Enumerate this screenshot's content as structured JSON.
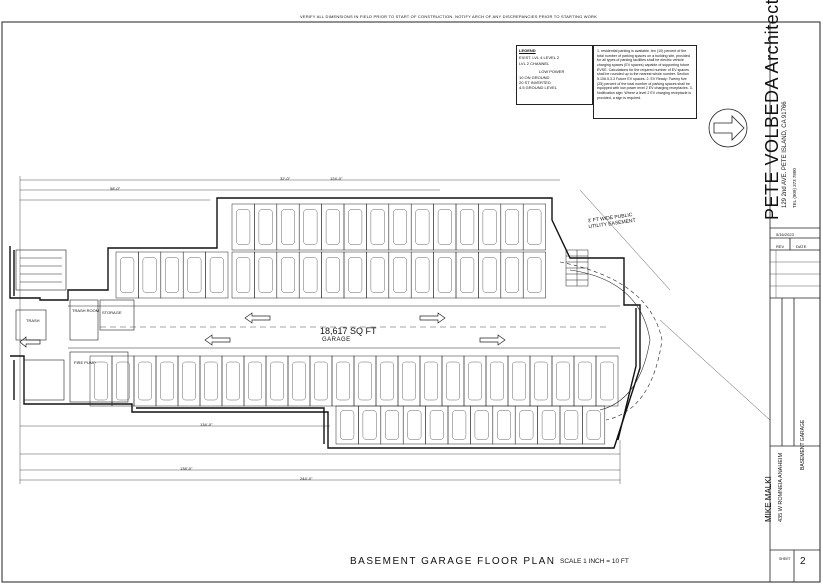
{
  "header_note": "VERIFY ALL DIMENSIONS IN FIELD PRIOR TO START OF CONSTRUCTION. NOTIFY ARCH OF ANY DISCREPANCIES PRIOR TO STARTING WORK",
  "legend": {
    "title": "LEGEND",
    "lines": [
      "EXIST.   LVL 4 LEVEL 2",
      "LVL 2    CHANNEL",
      "LOW POWER",
      "10 ON GROUND",
      "20 ST INVERTED",
      "4.5 GROUND LEVEL"
    ]
  },
  "notes_text": "1. residential parking is available, ten (10) percent of the total number of parking spaces on a building site, provided for all types of parking facilities shall be electric vehicle charging spaces (EV spaces) capable of supporting future EVSE. Calculations for the required number of EV spaces shall be rounded up to the nearest whole number. Section 5.106.5.3.3 Future EV spaces. 2. EV Ready: Twenty five (25) percent of the total number of parking spaces shall be equipped with low power level 2 EV charging receptacles. 3. Notification sign: Where a level 2 EV charging receptacle is provided, a sign is required.",
  "floor_plan": {
    "area": "18,617 SQ FT",
    "label": "GARAGE",
    "title": "BASEMENT GARAGE FLOOR PLAN",
    "scale": "SCALE 1 INCH = 10 FT",
    "utility_label": [
      "3' FT WIDE PUBLIC",
      "UTILITY EASEMENT"
    ],
    "storage_label": "STORAGE",
    "fire_pump_label": "FIRE PUMP",
    "trash_label": "TRASH",
    "trash_room_label": "TRASH ROOM",
    "dims": {
      "top_left": "58'-0\"",
      "top_mid": "124'-0\"",
      "top_right": "32'-0\"",
      "bottom_1": "134'-0\"",
      "bottom_2": "138'-0\"",
      "bottom_3": "244'-0\""
    }
  },
  "title_block": {
    "firm": "PETE VOLBEDA Architecture Planning",
    "address": "129 2nd AVE. PETE ISLAND, CA 91766",
    "phone": "TEL (909) 373 7800",
    "date_value": "5/16/2023",
    "rev_label": "REV",
    "date_label": "DATE",
    "client": "MIKE MALKI",
    "client_address": "435 W ROMNEIA",
    "client_city": "ANAHEIM",
    "sheet_title": "BASEMENT GARAGE",
    "sheet_label": "SHEET",
    "sheet_number": "2"
  }
}
